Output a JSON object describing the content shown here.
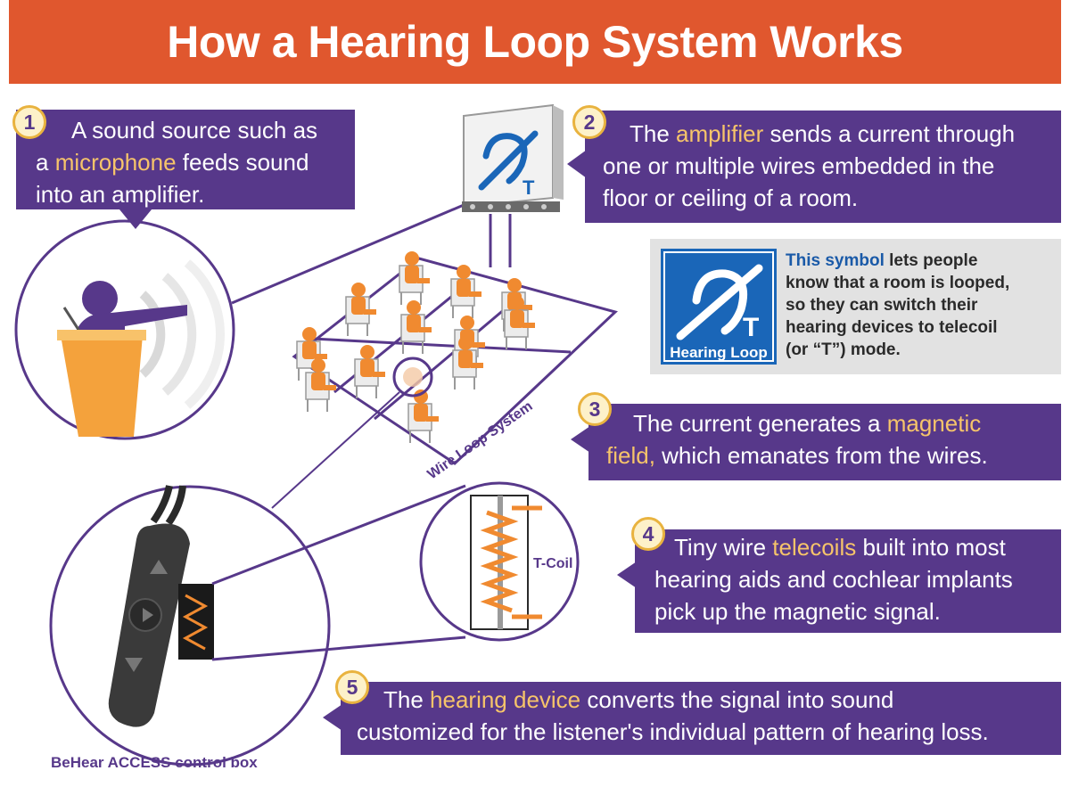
{
  "title": "How a Hearing Loop System Works",
  "steps": [
    {
      "number": "1",
      "parts": {
        "a": "A sound source such as",
        "b": "a ",
        "hl": "microphone",
        "c": " feeds sound",
        "d": "into an amplifier."
      }
    },
    {
      "number": "2",
      "parts": {
        "a": "The ",
        "hl": "amplifier",
        "b": " sends a current through",
        "c": "one or multiple wires embedded in the",
        "d": "floor or ceiling of a room."
      }
    },
    {
      "number": "3",
      "parts": {
        "a": "The current generates a ",
        "hl1": "magnetic",
        "hl2": "field,",
        "b": " which emanates from the wires."
      }
    },
    {
      "number": "4",
      "parts": {
        "a": "Tiny wire ",
        "hl": "telecoils",
        "b": " built into most",
        "c": "hearing aids and cochlear implants",
        "d": "pick up the magnetic signal."
      }
    },
    {
      "number": "5",
      "parts": {
        "a": "The ",
        "hl": "hearing device",
        "b": " converts the signal into sound",
        "c": "customized for the listener's individual pattern of hearing loss."
      }
    }
  ],
  "symbol_note": {
    "hl": "This symbol",
    "line1": " lets people",
    "line2": "know that a room is looped,",
    "line3": "so they can switch their",
    "line4": "hearing devices to telecoil",
    "line5": "(or “T”) mode."
  },
  "labels": {
    "hearing_loop": "Hearing Loop",
    "t_letter": "T",
    "wire_loop": "Wire Loop System",
    "tcoil": "T-Coil",
    "device_caption": "BeHear ACCESS control box"
  },
  "icons": [
    "ear-telecoil-icon",
    "podium-speaker-icon",
    "chair-icon",
    "telecoil-icon",
    "control-box-icon"
  ],
  "colors": {
    "banner": "#e0572e",
    "box": "#57388a",
    "highlight": "#f6c46a",
    "chair": "#f08a30",
    "symbol_blue": "#1a66b8"
  }
}
